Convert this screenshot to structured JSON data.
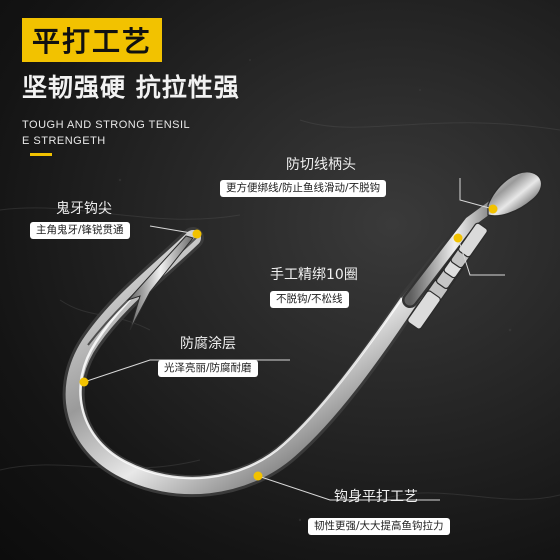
{
  "title": "平打工艺",
  "subtitle": "坚韧强硬  抗拉性强",
  "english_line1": "TOUGH AND STRONG TENSIL",
  "english_line2": "E STRENGETH",
  "accent_color": "#f2c200",
  "callouts": [
    {
      "title": "防切线柄头",
      "detail": "更方便绑线/防止鱼线滑动/不脱钩"
    },
    {
      "title": "鬼牙钩尖",
      "detail": "主角鬼牙/锋锐贯通"
    },
    {
      "title": "手工精绑10圈",
      "detail": "不脱钩/不松线"
    },
    {
      "title": "防腐涂层",
      "detail": "光泽亮丽/防腐耐磨"
    },
    {
      "title": "钩身平打工艺",
      "detail": "韧性更强/大大提高鱼钩拉力"
    }
  ]
}
